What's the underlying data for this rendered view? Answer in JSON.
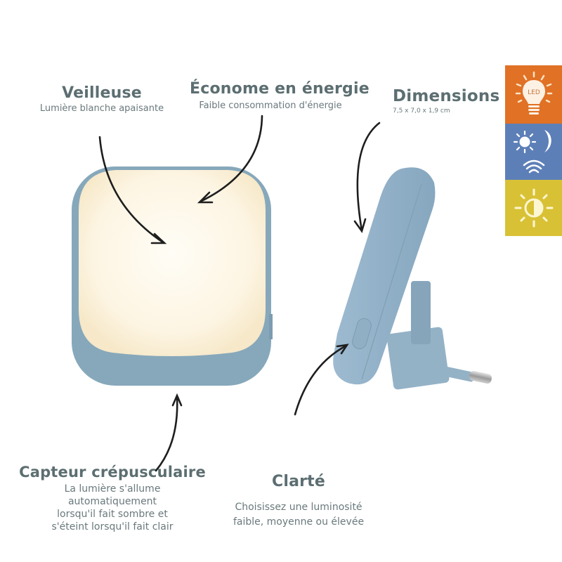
{
  "features": {
    "veilleuse": {
      "title": "Veilleuse",
      "subtitle": "Lumière blanche apaisante"
    },
    "econome": {
      "title": "Économe en énergie",
      "subtitle": "Faible consommation d'énergie"
    },
    "dimensions": {
      "title": "Dimensions",
      "subtitle": "7,5 x 7,0 x 1,9 cm"
    },
    "capteur": {
      "title": "Capteur crépusculaire",
      "lines": [
        "La lumière s'allume",
        "automatiquement",
        "lorsqu'il fait sombre et",
        "s'éteint lorsqu'il fait clair"
      ]
    },
    "clarte": {
      "title": "Clarté",
      "lines": [
        "Choisissez une luminosité",
        "faible, moyenne ou élevée"
      ]
    }
  },
  "icon_strip": {
    "panels": [
      {
        "icon": "led-bulb-icon",
        "label": "LED",
        "color": "#e07125"
      },
      {
        "icon": "day-night-sensor-icon",
        "color": "#5d7fb8"
      },
      {
        "icon": "brightness-icon",
        "color": "#d9c136"
      }
    ]
  },
  "colors": {
    "product_body": "#8aa9ba",
    "product_glow": "#fdf6e6",
    "text_title": "#5c6e71",
    "text_body": "#6a797c"
  }
}
